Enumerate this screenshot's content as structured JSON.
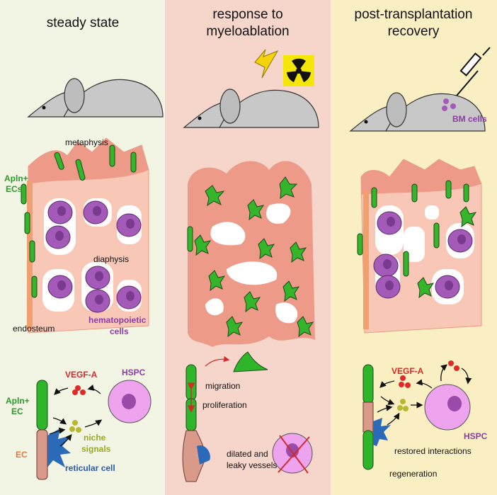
{
  "panels": [
    {
      "title": "steady state",
      "color": "#f3f5e4"
    },
    {
      "title_line1": "response to",
      "title_line2": "myeloablation",
      "color": "#f6d5cb"
    },
    {
      "title_line1": "post-transplantation",
      "title_line2": "recovery",
      "color": "#faefc3"
    }
  ],
  "steady": {
    "metaphysis": "metaphysis",
    "apln_ecs_1": "Apln+",
    "apln_ecs_2": "ECs",
    "diaphysis": "diaphysis",
    "endosteum": "endosteum",
    "hemato_1": "hematopoietic",
    "hemato_2": "cells",
    "vegfa": "VEGF-A",
    "hspc": "HSPC",
    "apln_ec_1": "Apln+",
    "apln_ec_2": "EC",
    "ec": "EC",
    "niche_1": "niche",
    "niche_2": "signals",
    "reticular": "reticular cell"
  },
  "ablation": {
    "migration": "migration",
    "proliferation": "proliferation",
    "dilated_1": "dilated and",
    "dilated_2": "leaky vessels"
  },
  "recovery": {
    "bm_cells": "BM cells",
    "vegfa": "VEGF-A",
    "hspc": "HSPC",
    "restored": "restored interactions",
    "regeneration": "regeneration"
  }
}
